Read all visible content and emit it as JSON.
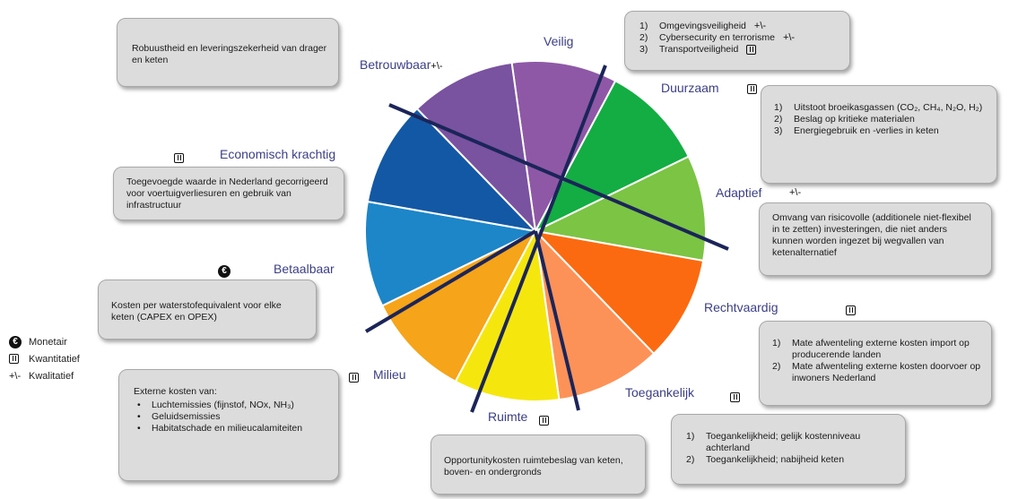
{
  "wheel": {
    "segments": [
      {
        "name": "Veilig",
        "color": "#8e58a6"
      },
      {
        "name": "Duurzaam",
        "color": "#13ad43"
      },
      {
        "name": "Adaptief",
        "color": "#7cc444"
      },
      {
        "name": "Rechtvaardig",
        "color": "#fb6a10"
      },
      {
        "name": "Toegankelijk",
        "color": "#fd9258"
      },
      {
        "name": "Ruimte",
        "color": "#f5e70e"
      },
      {
        "name": "Milieu",
        "color": "#f6a419"
      },
      {
        "name": "Betaalbaar",
        "color": "#1d86c8"
      },
      {
        "name": "Economisch krachtig",
        "color": "#1358a4"
      },
      {
        "name": "Betrouwbaar",
        "color": "#7952a0"
      }
    ]
  },
  "labels": {
    "veilig": "Veilig",
    "duurzaam": "Duurzaam",
    "adaptief": "Adaptief",
    "rechtvaardig": "Rechtvaardig",
    "toegankelijk": "Toegankelijk",
    "ruimte": "Ruimte",
    "milieu": "Milieu",
    "betaalbaar": "Betaalbaar",
    "economisch": "Economisch krachtig",
    "betrouwbaar": "Betrouwbaar"
  },
  "qualitative_symbol": "+\\-",
  "euro_symbol": "€",
  "boxes": {
    "betrouwbaar": "Robuustheid en leveringszekerheid van drager en keten",
    "economisch": "Toegevoegde waarde in Nederland gecorrigeerd voor voertuigverliesuren en gebruik van infrastructuur",
    "betaalbaar": "Kosten per waterstofequivalent voor elke keten (CAPEX en OPEX)",
    "milieu": {
      "intro": "Externe kosten van:",
      "items": [
        "Luchtemissies (fijnstof, NOx, NH₃)",
        "Geluidsemissies",
        "Habitatschade en milieucalamiteiten"
      ]
    },
    "veilig": {
      "items": [
        {
          "num": "1)",
          "text": "Omgevingsveiligheid"
        },
        {
          "num": "2)",
          "text": "Cybersecurity en terrorisme"
        },
        {
          "num": "3)",
          "text": "Transportveiligheid"
        }
      ]
    },
    "duurzaam": {
      "items": [
        {
          "num": "1)",
          "text": "Uitstoot broeikasgassen (CO₂, CH₄, N₂O, H₂)"
        },
        {
          "num": "2)",
          "text": "Beslag op kritieke materialen"
        },
        {
          "num": "3)",
          "text": "Energiegebruik en -verlies in keten"
        }
      ]
    },
    "adaptief": "Omvang van risicovolle (additionele niet-flexibel in te zetten) investeringen, die niet anders kunnen worden ingezet bij wegvallen van ketenalternatief",
    "rechtvaardig": {
      "items": [
        {
          "num": "1)",
          "text": "Mate afwenteling externe kosten import op producerende landen"
        },
        {
          "num": "2)",
          "text": "Mate afwenteling externe kosten doorvoer op inwoners Nederland"
        }
      ]
    },
    "toegankelijk": {
      "items": [
        {
          "num": "1)",
          "text": "Toegankelijkheid; gelijk kostenniveau achterland"
        },
        {
          "num": "2)",
          "text": "Toegankelijkheid; nabijheid keten"
        }
      ]
    },
    "ruimte": "Opportunitykosten ruimtebeslag van keten, boven- en ondergronds"
  },
  "legend": {
    "monetair": "Monetair",
    "kwantitatief": "Kwantitatief",
    "kwalitatief": "Kwalitatief"
  }
}
